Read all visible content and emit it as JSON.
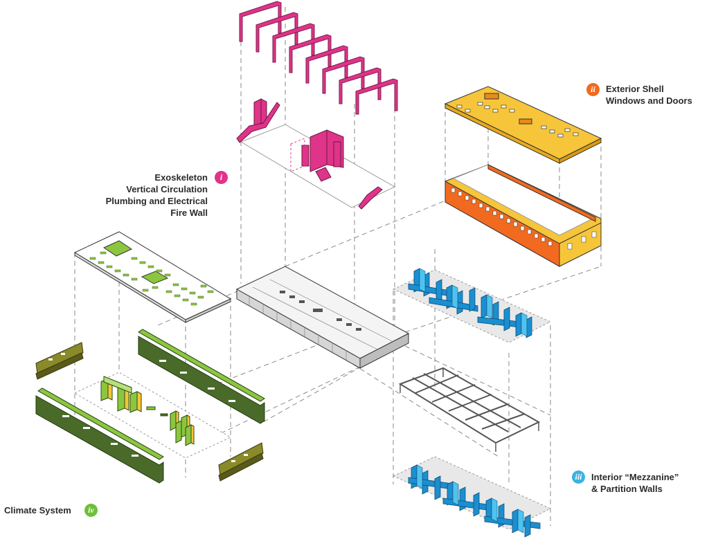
{
  "callouts": {
    "exoskeleton": {
      "badge": "i",
      "badge_color": "#e0338a",
      "lines": [
        "Exoskeleton",
        "Vertical Circulation",
        "Plumbing and Electrical",
        "Fire Wall"
      ]
    },
    "exterior": {
      "badge": "ii",
      "badge_color": "#f26a1f",
      "lines": [
        "Exterior Shell",
        "Windows and Doors"
      ]
    },
    "interior": {
      "badge": "iii",
      "badge_color": "#3ab3e0",
      "lines": [
        "Interior “Mezzanine”",
        "& Partition Walls"
      ]
    },
    "climate": {
      "badge": "iv",
      "badge_color": "#6fbf3a",
      "lines": [
        "Climate System"
      ]
    }
  },
  "colors": {
    "exoskeleton": "#e0338a",
    "exterior_roof": "#f6c53a",
    "exterior_wall": "#f26a1f",
    "interior": "#1b8fcf",
    "climate_light": "#8cc63f",
    "climate_dark": "#4a6a2a",
    "climate_olive": "#8a8a2a",
    "outline": "#333333",
    "guide": "#999999"
  },
  "icons": {
    "exoskeleton": "roman-numeral-badge",
    "exterior": "roman-numeral-badge",
    "interior": "roman-numeral-badge",
    "climate": "roman-numeral-badge"
  }
}
